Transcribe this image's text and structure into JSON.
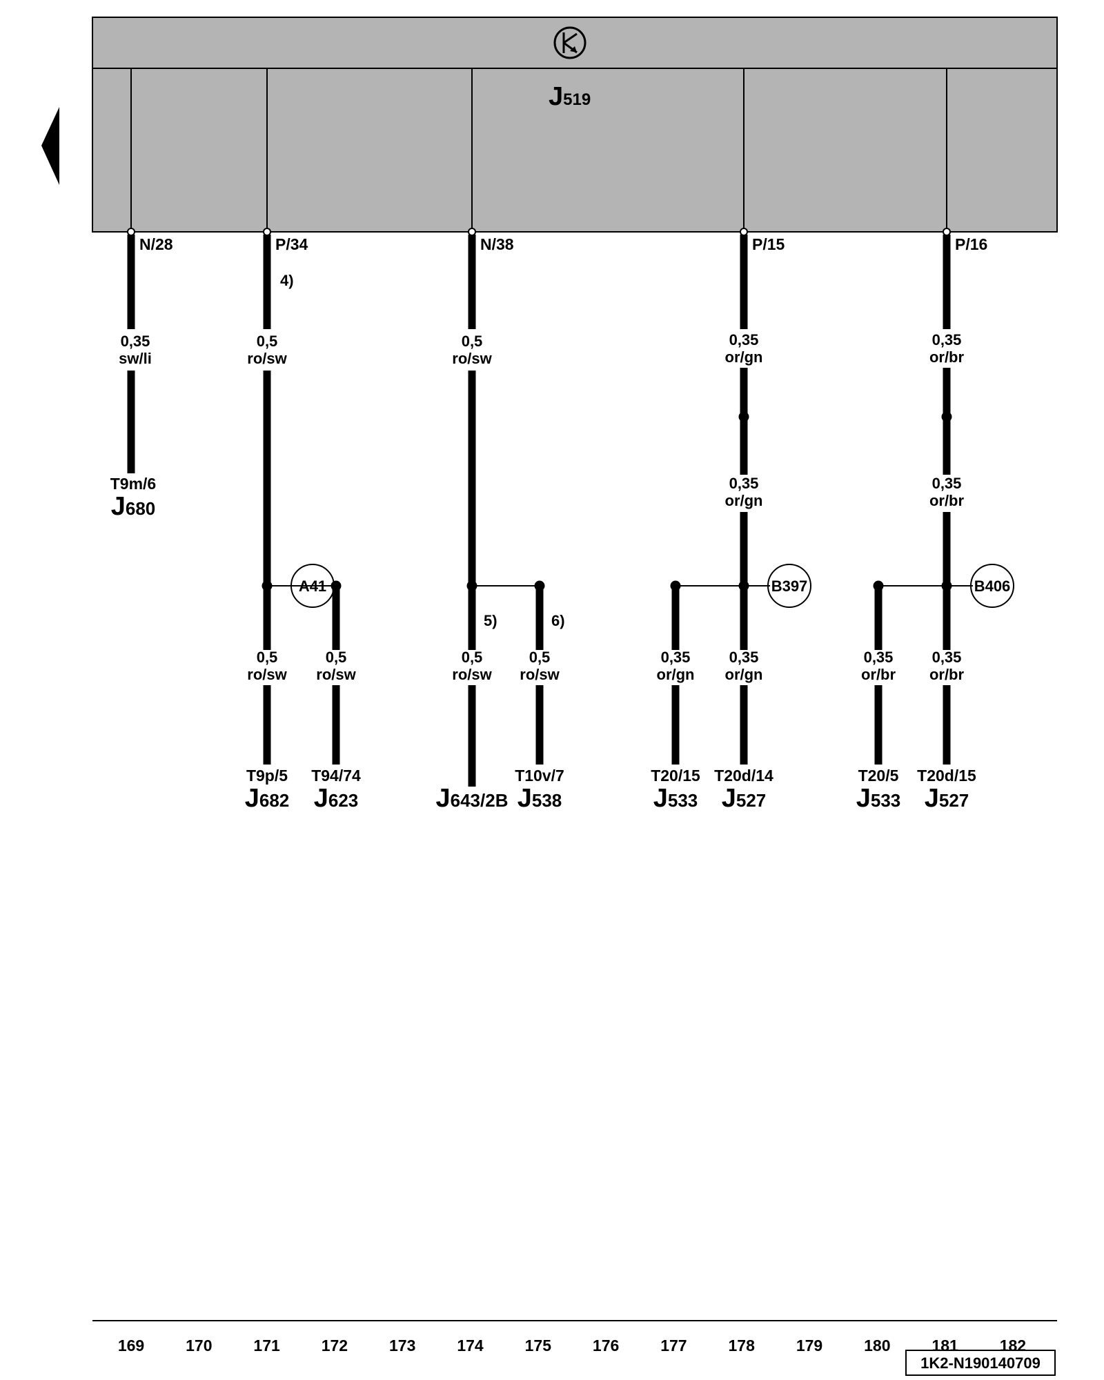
{
  "control_unit": {
    "prefix": "J",
    "number": "519"
  },
  "wires": [
    {
      "id": "w169",
      "pin": "N/28",
      "seg1": {
        "gauge": "0,35",
        "color": "sw/li"
      },
      "end": {
        "connector": "T9m/6",
        "prefix": "J",
        "number": "680"
      }
    },
    {
      "id": "w171",
      "pin": "P/34",
      "note": "4)",
      "seg1": {
        "gauge": "0,5",
        "color": "ro/sw"
      },
      "branch": {
        "label": "A41",
        "left": {
          "gauge": "0,5",
          "color": "ro/sw",
          "connector": "T9p/5",
          "prefix": "J",
          "number": "682"
        },
        "right": {
          "gauge": "0,5",
          "color": "ro/sw",
          "connector": "T94/74",
          "prefix": "J",
          "number": "623"
        }
      }
    },
    {
      "id": "w174",
      "pin": "N/38",
      "seg1": {
        "gauge": "0,5",
        "color": "ro/sw"
      },
      "branch": {
        "left": {
          "note": "5)",
          "gauge": "0,5",
          "color": "ro/sw",
          "connector": "",
          "prefix": "J",
          "number": "643/2B"
        },
        "right": {
          "note": "6)",
          "gauge": "0,5",
          "color": "ro/sw",
          "connector": "T10v/7",
          "prefix": "J",
          "number": "538"
        }
      }
    },
    {
      "id": "w178",
      "pin": "P/15",
      "seg1": {
        "gauge": "0,35",
        "color": "or/gn"
      },
      "seg2": {
        "gauge": "0,35",
        "color": "or/gn"
      },
      "branch": {
        "label": "B397",
        "left": {
          "gauge": "0,35",
          "color": "or/gn",
          "connector": "T20/15",
          "prefix": "J",
          "number": "533"
        },
        "right": {
          "gauge": "0,35",
          "color": "or/gn",
          "connector": "T20d/14",
          "prefix": "J",
          "number": "527"
        }
      }
    },
    {
      "id": "w181",
      "pin": "P/16",
      "seg1": {
        "gauge": "0,35",
        "color": "or/br"
      },
      "seg2": {
        "gauge": "0,35",
        "color": "or/br"
      },
      "branch": {
        "label": "B406",
        "left": {
          "gauge": "0,35",
          "color": "or/br",
          "connector": "T20/5",
          "prefix": "J",
          "number": "533"
        },
        "right": {
          "gauge": "0,35",
          "color": "or/br",
          "connector": "T20d/15",
          "prefix": "J",
          "number": "527"
        }
      }
    }
  ],
  "grid_numbers": [
    "169",
    "170",
    "171",
    "172",
    "173",
    "174",
    "175",
    "176",
    "177",
    "178",
    "179",
    "180",
    "181",
    "182"
  ],
  "doc_id": "1K2-N190140709",
  "colors": {
    "panel": "#b4b4b4",
    "line": "#000000",
    "background": "#ffffff"
  }
}
